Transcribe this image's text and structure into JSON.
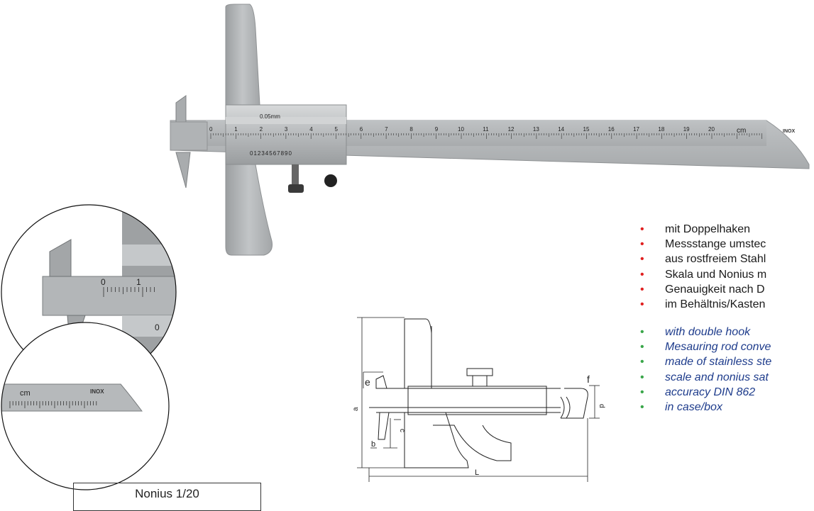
{
  "caliper": {
    "vernier_label": "0.05mm",
    "scale_numbers": [
      "0",
      "1",
      "2",
      "3",
      "4",
      "5",
      "6",
      "7",
      "8",
      "9",
      "10",
      "11",
      "12",
      "13",
      "14",
      "15",
      "16",
      "17",
      "18",
      "19",
      "20"
    ],
    "unit_label": "cm",
    "brand_mark": "INOX",
    "vernier_digits": "01234567890"
  },
  "detail_top": {
    "scale_numbers": [
      "0",
      "1"
    ],
    "vernier_zero": "0"
  },
  "detail_bottom": {
    "unit_label": "cm",
    "brand_mark": "INOX"
  },
  "diagram": {
    "labels": {
      "a": "a",
      "b": "b",
      "c": "c",
      "d": "d",
      "e": "e",
      "f": "f",
      "L": "L"
    }
  },
  "features_de": [
    "mit Doppelhaken",
    "Messstange umstec",
    "aus rostfreiem Stahl",
    "Skala und Nonius m",
    "Genauigkeit nach D",
    "im Behältnis/Kasten"
  ],
  "features_en": [
    "with double hook",
    "Mesauring rod conve",
    "made of stainless ste",
    "scale and nonius sat",
    "accuracy DIN 862",
    "in case/box"
  ],
  "nonius_box": {
    "label": "Nonius 1/20"
  },
  "colors": {
    "bullet_de": "#e02020",
    "bullet_en": "#3aa64a",
    "text_en": "#1e3c8c",
    "steel": "#b4b7b9"
  }
}
